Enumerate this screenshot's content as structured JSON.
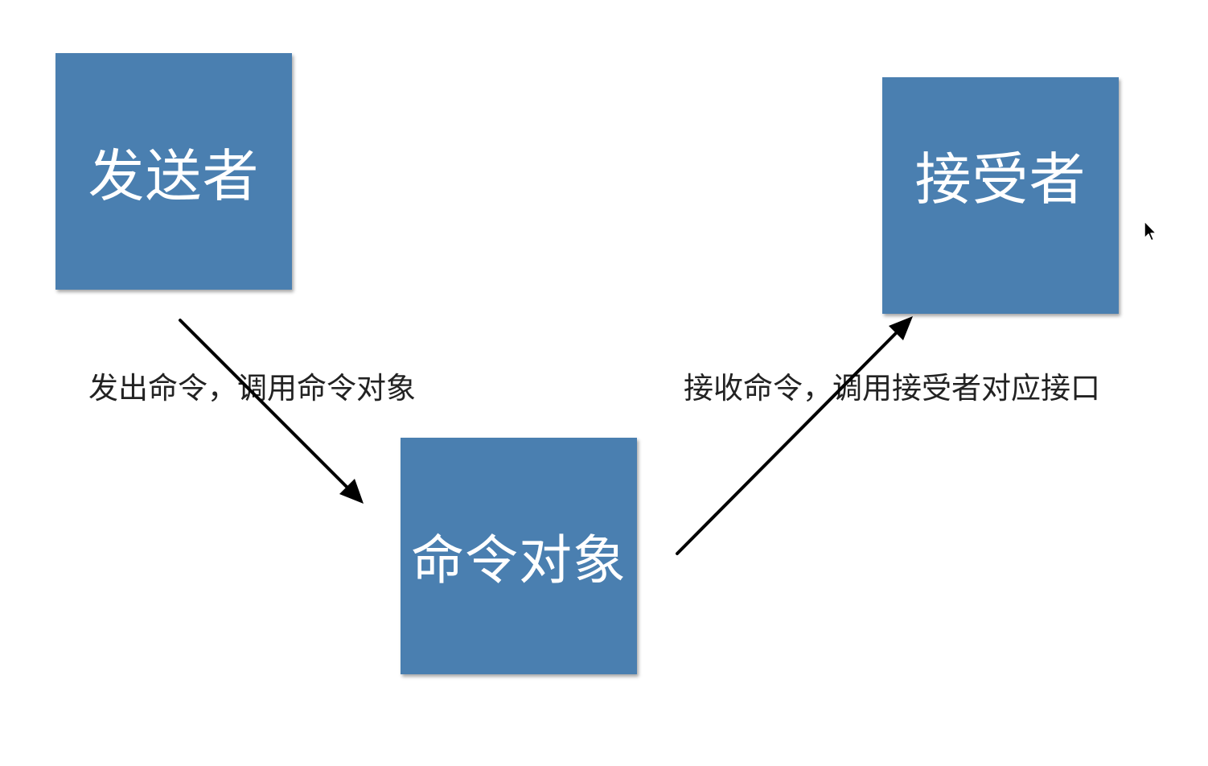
{
  "nodes": {
    "sender": {
      "label": "发送者"
    },
    "receiver": {
      "label": "接受者"
    },
    "command": {
      "label": "命令对象"
    }
  },
  "edges": {
    "sender_to_command": {
      "label": "发出命令，调用命令对象"
    },
    "command_to_receiver": {
      "label": "接收命令，调用接受者对应接口"
    }
  },
  "colors": {
    "box_fill": "#4a7fb0",
    "box_text": "#ffffff",
    "arrow": "#000000",
    "label_text": "#222222"
  },
  "icons": {
    "cursor": "mouse-pointer-icon"
  }
}
